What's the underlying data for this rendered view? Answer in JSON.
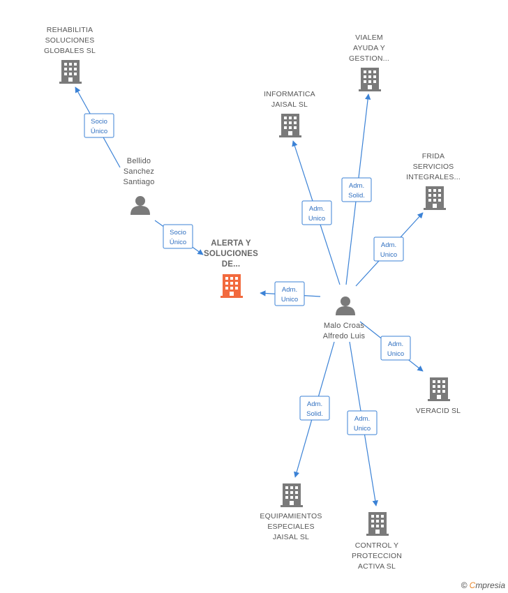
{
  "colors": {
    "edge": "#3b82d6",
    "building": "#7a7a7a",
    "focus_building": "#f26a3e",
    "person": "#7a7a7a"
  },
  "nodes": [
    {
      "id": "rehab",
      "kind": "company",
      "lines": [
        "REHABILITIA",
        "SOLUCIONES",
        "GLOBALES  SL"
      ]
    },
    {
      "id": "vialem",
      "kind": "company",
      "lines": [
        "VIALEM",
        "AYUDA Y",
        "GESTION..."
      ]
    },
    {
      "id": "informatica",
      "kind": "company",
      "lines": [
        "INFORMATICA",
        "JAISAL  SL"
      ]
    },
    {
      "id": "frida",
      "kind": "company",
      "lines": [
        "FRIDA",
        "SERVICIOS",
        "INTEGRALES..."
      ]
    },
    {
      "id": "bellido",
      "kind": "person",
      "lines": [
        "Bellido",
        "Sanchez",
        "Santiago"
      ]
    },
    {
      "id": "alerta",
      "kind": "focus",
      "lines": [
        "ALERTA Y",
        "SOLUCIONES",
        "DE..."
      ]
    },
    {
      "id": "malo",
      "kind": "person",
      "lines": [
        "Malo Croas",
        "Alfredo Luis"
      ]
    },
    {
      "id": "veracid",
      "kind": "company",
      "lines": [
        "VERACID  SL"
      ]
    },
    {
      "id": "equip",
      "kind": "company",
      "lines": [
        "EQUIPAMIENTOS",
        "ESPECIALES",
        "JAISAL  SL"
      ]
    },
    {
      "id": "control",
      "kind": "company",
      "lines": [
        "CONTROL Y",
        "PROTECCION",
        "ACTIVA  SL"
      ]
    }
  ],
  "edges": [
    {
      "from": "bellido",
      "to": "rehab",
      "label": [
        "Socio",
        "Único"
      ]
    },
    {
      "from": "bellido",
      "to": "alerta",
      "label": [
        "Socio",
        "Único"
      ]
    },
    {
      "from": "malo",
      "to": "alerta",
      "label": [
        "Adm.",
        "Unico"
      ]
    },
    {
      "from": "malo",
      "to": "informatica",
      "label": [
        "Adm.",
        "Unico"
      ]
    },
    {
      "from": "malo",
      "to": "vialem",
      "label": [
        "Adm.",
        "Solid."
      ]
    },
    {
      "from": "malo",
      "to": "frida",
      "label": [
        "Adm.",
        "Unico"
      ]
    },
    {
      "from": "malo",
      "to": "veracid",
      "label": [
        "Adm.",
        "Unico"
      ]
    },
    {
      "from": "malo",
      "to": "equip",
      "label": [
        "Adm.",
        "Solid."
      ]
    },
    {
      "from": "malo",
      "to": "control",
      "label": [
        "Adm.",
        "Unico"
      ]
    }
  ],
  "footer": {
    "copyright": "©",
    "brand_initial": "C",
    "brand_rest": "mpresia"
  }
}
